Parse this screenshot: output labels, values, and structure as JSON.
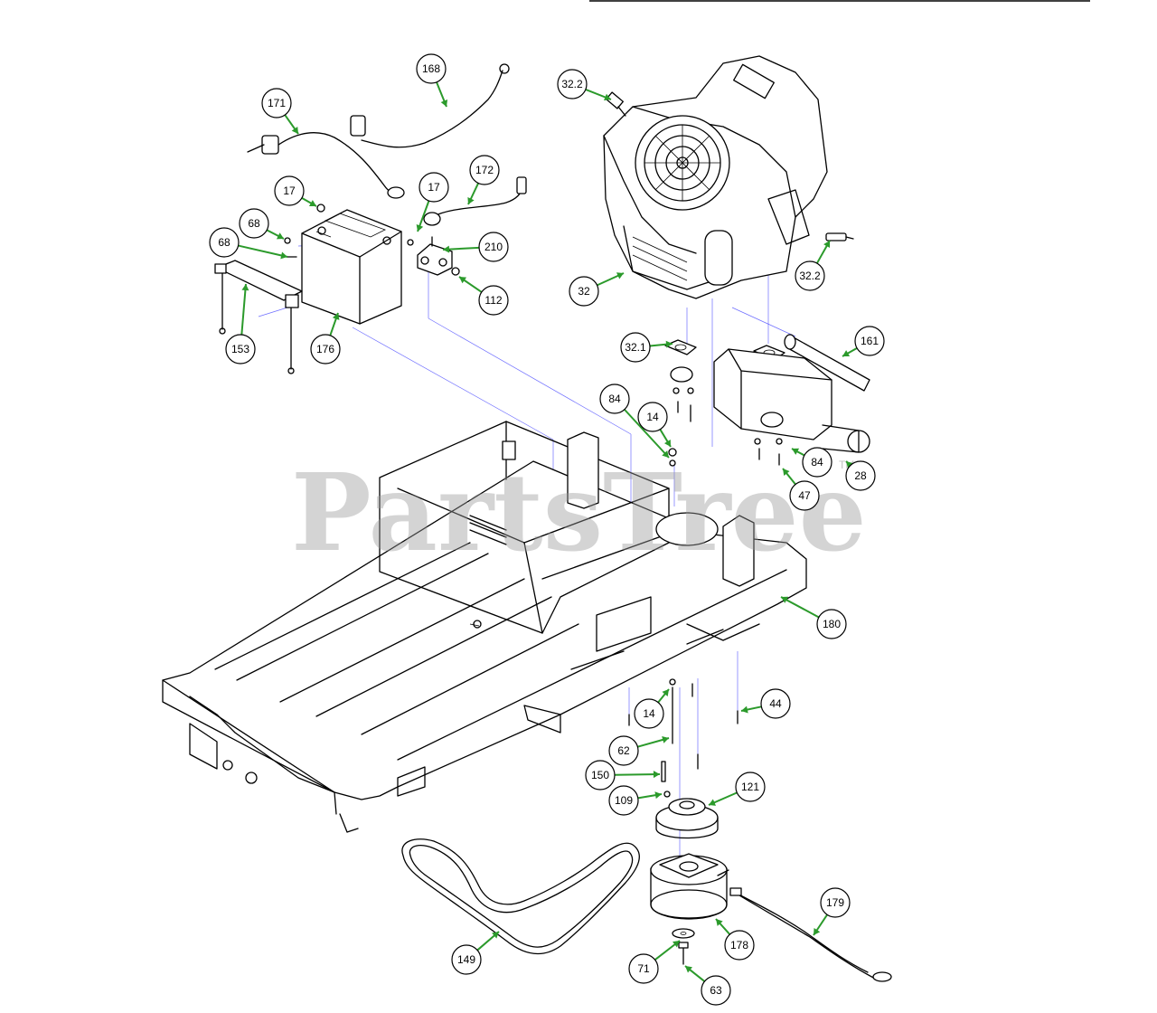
{
  "watermark": {
    "text": "PartsTree",
    "trademark": "TM"
  },
  "colors": {
    "leader": "#2b9a2b",
    "guide_line": "#4a4aff",
    "line_art": "#000000",
    "watermark": "#9a9a9a"
  },
  "callouts": [
    "168",
    "171",
    "172",
    "17",
    "17",
    "68",
    "68",
    "210",
    "112",
    "153",
    "176",
    "32.2",
    "32.2",
    "32",
    "32.1",
    "161",
    "84",
    "14",
    "84",
    "28",
    "47",
    "180",
    "14",
    "44",
    "62",
    "150",
    "121",
    "109",
    "149",
    "179",
    "71",
    "178",
    "63"
  ]
}
